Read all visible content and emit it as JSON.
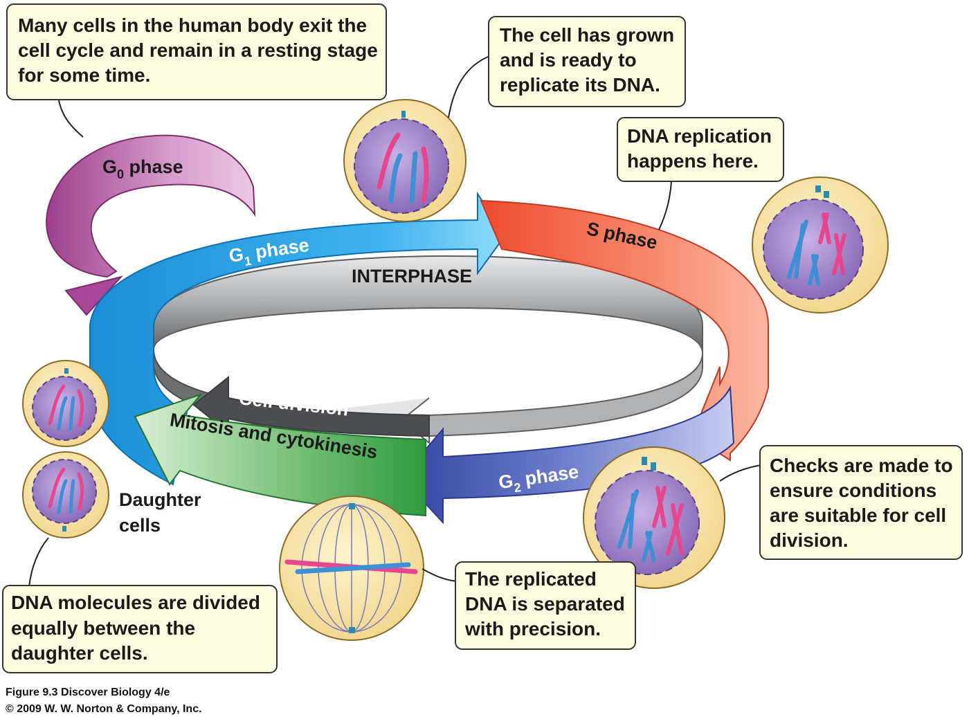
{
  "callouts": {
    "g0_note": [
      "Many cells in the human body exit the",
      "cell cycle and remain in a resting stage",
      "for some time."
    ],
    "grown_note": [
      "The cell has grown",
      "and is ready to",
      "replicate its DNA."
    ],
    "replication_note": [
      "DNA replication",
      "happens here."
    ],
    "checks_note": [
      "Checks are made to",
      "ensure conditions",
      "are suitable for cell",
      "division."
    ],
    "separated_note": [
      "The replicated",
      "DNA is separated",
      "with precision."
    ],
    "divided_note": [
      "DNA molecules are divided",
      "equally between the",
      "daughter cells."
    ]
  },
  "phases": {
    "g0": {
      "prefix": "G",
      "sub": "0",
      "suffix": " phase",
      "color": "#b0509c"
    },
    "g1": {
      "prefix": "G",
      "sub": "1",
      "suffix": " phase",
      "color": "#1e9be0"
    },
    "s": {
      "label": "S phase",
      "color": "#f05a3a"
    },
    "g2": {
      "prefix": "G",
      "sub": "2",
      "suffix": " phase",
      "color": "#3a4fa8"
    },
    "mitosis": {
      "label": "Mitosis and cytokinesis",
      "color": "#4aa04a"
    },
    "interphase": {
      "label": "INTERPHASE",
      "color": "#8a8c8e"
    },
    "cell_division": {
      "label": "Cell division",
      "color": "#6a6c6e"
    }
  },
  "daughter_label": [
    "Daughter",
    "cells"
  ],
  "caption": [
    "Figure 9.3  Discover Biology 4/e",
    "© 2009 W. W. Norton & Company, Inc."
  ],
  "colors": {
    "callout_fill": "#fdfbe0",
    "cell_outer": "#f7e3a2",
    "nucleus": "#9a79c4",
    "chromosome_pink": "#e8458f",
    "chromosome_blue": "#3f8fd6"
  }
}
